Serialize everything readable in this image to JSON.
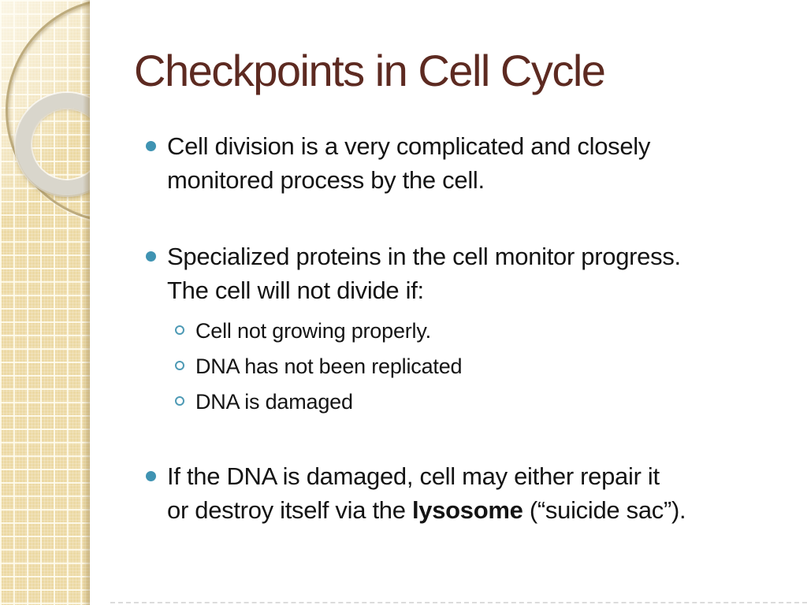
{
  "slide": {
    "title": "Checkpoints in Cell Cycle",
    "bullets": {
      "b1": {
        "line1": "Cell division is a very complicated and closely",
        "line2": "monitored process by the cell."
      },
      "b2": {
        "line1": "Specialized proteins in the cell monitor progress.",
        "line2": "The cell will not divide if:"
      },
      "sub": [
        "Cell not growing properly.",
        "DNA has not been replicated",
        "DNA is damaged"
      ],
      "b3": {
        "line1": "If the DNA is damaged, cell may either repair it",
        "line2_before": "or destroy itself via the ",
        "line2_bold": "lysosome",
        "line2_after": " (“suicide sac”)."
      }
    },
    "colors": {
      "title_text": "#5d2a21",
      "body_text": "#141414",
      "bullet_accent": "#3f93b2",
      "sub_bullet_accent": "#4e9ab5",
      "sidebar_tan": "#ecd9a4",
      "ring_gray": "#d9d6cc"
    },
    "icons": {
      "bullet_marker": "filled-circle",
      "sub_bullet_marker": "open-circle",
      "sidebar_decoration": "overlapping-circles"
    }
  }
}
